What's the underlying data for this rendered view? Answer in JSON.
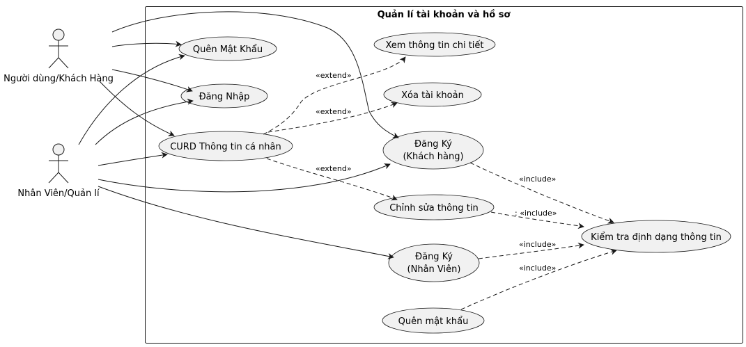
{
  "system": {
    "title": "Quản lí tài khoản và hồ sơ"
  },
  "actors": {
    "customer": "Người dùng/Khách Hàng",
    "staff": "Nhân Viên/Quản lí"
  },
  "use_cases": {
    "forgot_password": [
      "Quên Mật Khẩu"
    ],
    "login": [
      "Đăng Nhập"
    ],
    "crud_info": [
      "CURD Thông tin cá nhân"
    ],
    "view_detail": [
      "Xem thông tin chi tiết"
    ],
    "delete_account": [
      "Xóa tài khoản"
    ],
    "register_customer": [
      "Đăng Ký",
      "(Khách hàng)"
    ],
    "edit_info": [
      "Chỉnh sửa thông tin"
    ],
    "register_staff": [
      "Đăng Ký",
      "(Nhân Viên)"
    ],
    "forgot_password_2": [
      "Quên mật khẩu"
    ],
    "validate_format": [
      "Kiểm tra định dạng thông tin"
    ]
  },
  "relations": {
    "extend": "«extend»",
    "include": "«include»",
    "include_with_colon": ": «include»"
  }
}
